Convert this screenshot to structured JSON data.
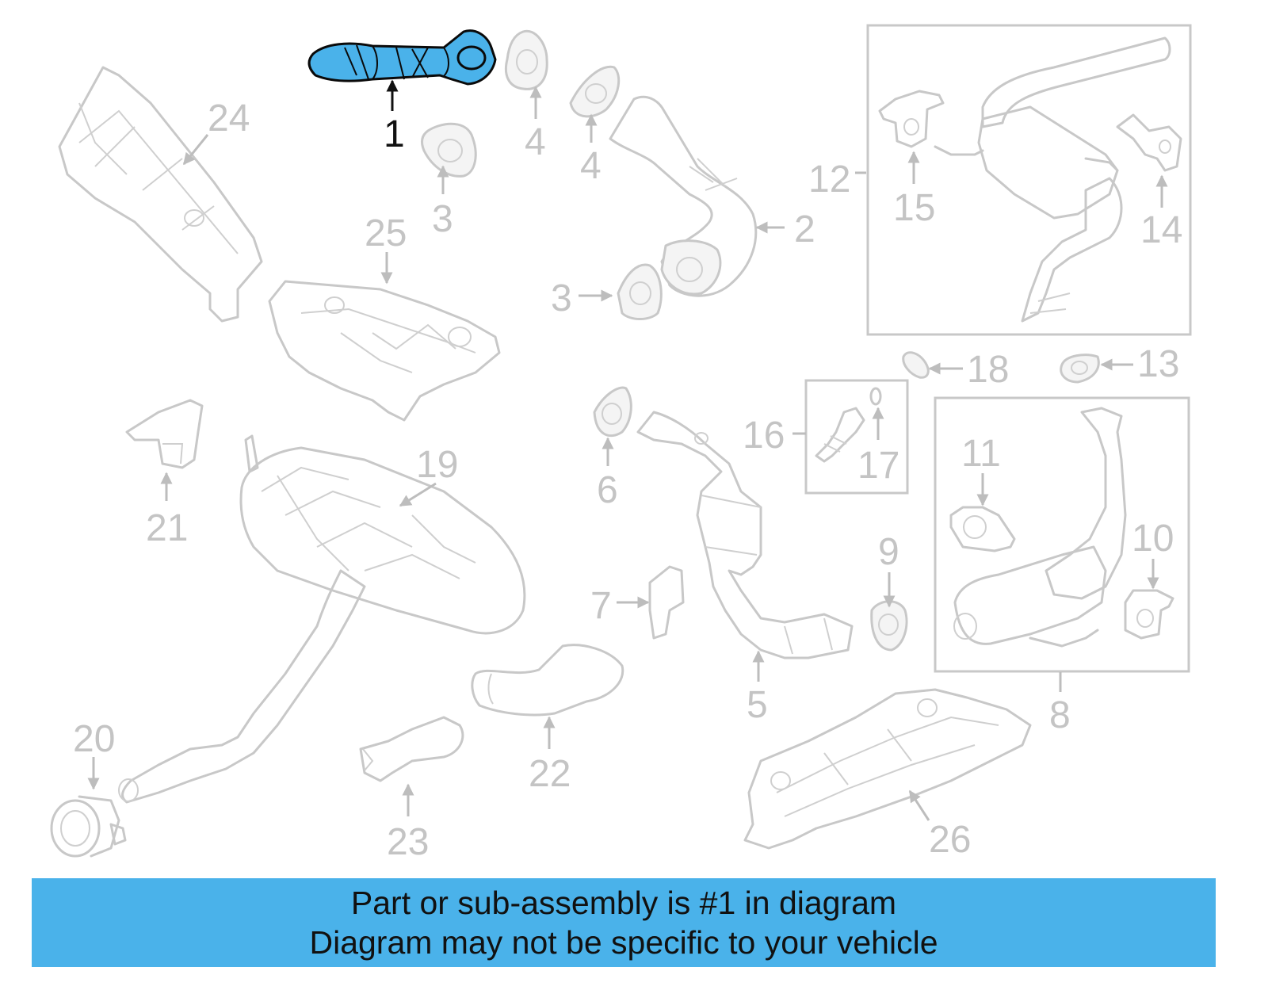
{
  "highlight_color": "#4ab2ea",
  "callouts": {
    "c1": "1",
    "c2": "2",
    "c3a": "3",
    "c3b": "3",
    "c4a": "4",
    "c4b": "4",
    "c5": "5",
    "c6": "6",
    "c7": "7",
    "c8": "8",
    "c9": "9",
    "c10": "10",
    "c11": "11",
    "c12": "12",
    "c13": "13",
    "c14": "14",
    "c15": "15",
    "c16": "16",
    "c17": "17",
    "c18": "18",
    "c19": "19",
    "c20": "20",
    "c21": "21",
    "c22": "22",
    "c23": "23",
    "c24": "24",
    "c25": "25",
    "c26": "26"
  },
  "banner": {
    "line1": "Part or sub-assembly is #1 in diagram",
    "line2": "Diagram may not be specific to your vehicle"
  }
}
